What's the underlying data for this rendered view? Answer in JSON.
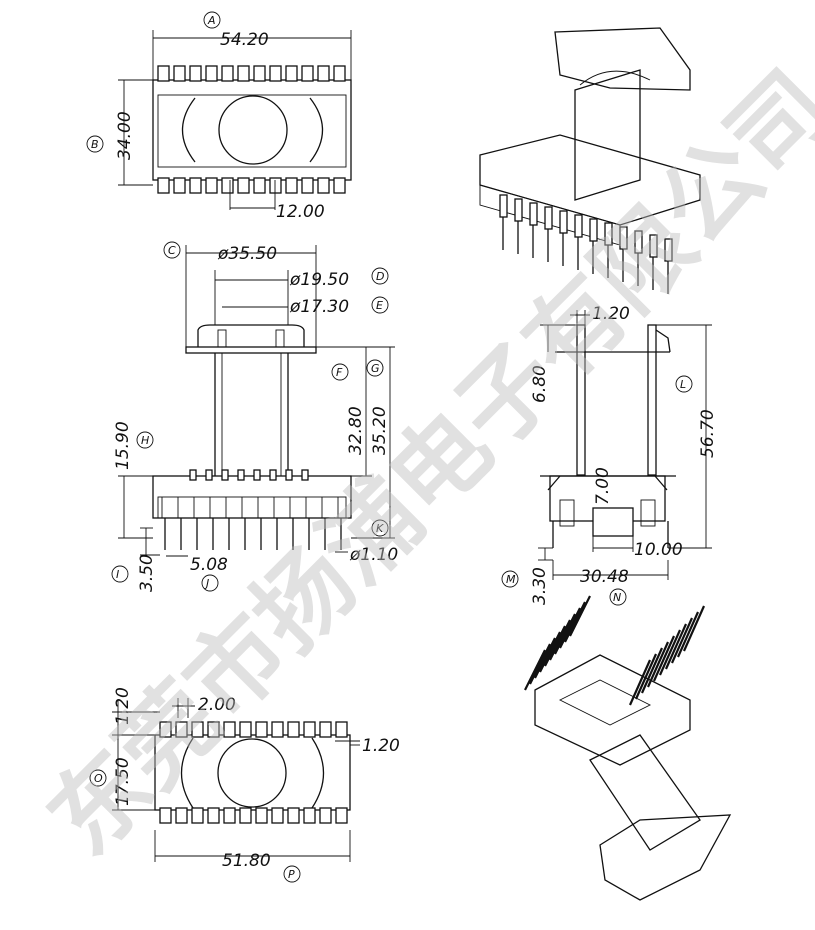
{
  "watermark": "东莞市扬浦电子有限公司",
  "dimensions": {
    "A": "54.20",
    "B": "34.00",
    "b_width": "12.00",
    "C": "ø35.50",
    "D": "ø19.50",
    "E": "ø17.30",
    "F": "32.80",
    "G": "35.20",
    "H": "15.90",
    "I": "3.50",
    "J": "5.08",
    "K": "ø1.10",
    "t_120": "1.20",
    "t_680": "6.80",
    "L": "56.70",
    "t_700": "7.00",
    "t_1000": "10.00",
    "N": "3.30",
    "M": "30.48",
    "b_200": "2.00",
    "b_120a": "1.20",
    "O": "17.50",
    "b_120b": "1.20",
    "P": "51.80"
  },
  "callouts": [
    "A",
    "B",
    "C",
    "D",
    "E",
    "F",
    "G",
    "H",
    "I",
    "J",
    "K",
    "L",
    "M",
    "N",
    "O",
    "P"
  ]
}
